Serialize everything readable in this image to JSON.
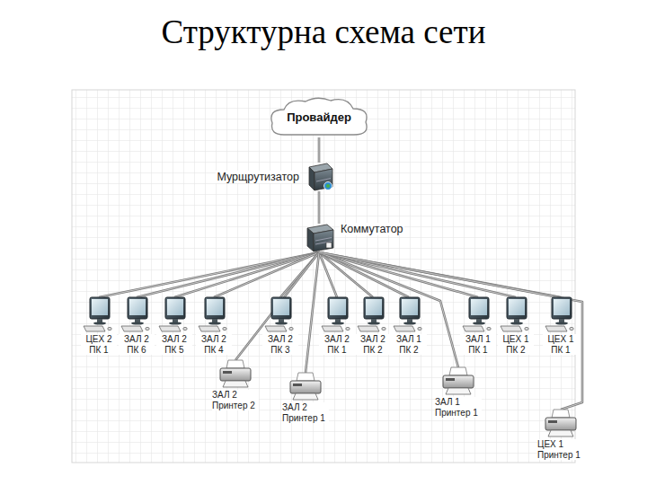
{
  "diagram": {
    "title": "Структурна схема сети",
    "nodes": [
      {
        "text": [
          "Провайдер"
        ]
      },
      {
        "text": [
          "Мурщрутизатор"
        ]
      },
      {
        "text": [
          "Коммутатор"
        ]
      },
      {
        "text": [
          "ЦЕХ 2 ПК 1"
        ]
      },
      {
        "text": [
          "ЗАЛ 2 ПК 6"
        ]
      },
      {
        "text": [
          "ЗАЛ 2 ПК 5"
        ]
      },
      {
        "text": [
          "ЗАЛ 2 ПК 4"
        ]
      },
      {
        "text": [
          "ЗАЛ 2 ПК 3"
        ]
      },
      {
        "text": [
          "ЗАЛ 2 ПК 1"
        ]
      },
      {
        "text": [
          "ЗАЛ 2 ПК 2"
        ]
      },
      {
        "text": [
          "ЗАЛ 1 ПК 2"
        ]
      },
      {
        "text": [
          "ЗАЛ 1 ПК 1"
        ]
      },
      {
        "text": [
          "ЦЕХ 1 ПК 2"
        ]
      },
      {
        "text": [
          "ЦЕХ 1 ПК 1"
        ]
      },
      {
        "text": [
          "ЗАЛ 2 Принтер 2"
        ]
      },
      {
        "text": [
          "ЗАЛ 2 Принтер 1"
        ]
      },
      {
        "text": [
          "ЗАЛ 1 Принтер 1"
        ]
      },
      {
        "text": [
          "ЦЕХ 1 Принтер 1"
        ]
      }
    ],
    "edges": [
      {
        "from": 0,
        "to": 1,
        "arrow": "none"
      },
      {
        "from": 1,
        "to": 2,
        "arrow": "none"
      },
      {
        "from": 2,
        "to": 3,
        "arrow": "none"
      },
      {
        "from": 2,
        "to": 4,
        "arrow": "none"
      },
      {
        "from": 2,
        "to": 5,
        "arrow": "none"
      },
      {
        "from": 2,
        "to": 6,
        "arrow": "none"
      },
      {
        "from": 2,
        "to": 7,
        "arrow": "none"
      },
      {
        "from": 2,
        "to": 8,
        "arrow": "none"
      },
      {
        "from": 2,
        "to": 9,
        "arrow": "none"
      },
      {
        "from": 2,
        "to": 10,
        "arrow": "none"
      },
      {
        "from": 2,
        "to": 11,
        "arrow": "none"
      },
      {
        "from": 2,
        "to": 12,
        "arrow": "none"
      },
      {
        "from": 2,
        "to": 13,
        "arrow": "none"
      },
      {
        "from": 2,
        "to": 14,
        "arrow": "none"
      },
      {
        "from": 2,
        "to": 15,
        "arrow": "none"
      },
      {
        "from": 2,
        "to": 16,
        "arrow": "none"
      },
      {
        "from": 2,
        "to": 17,
        "arrow": "none"
      }
    ]
  }
}
